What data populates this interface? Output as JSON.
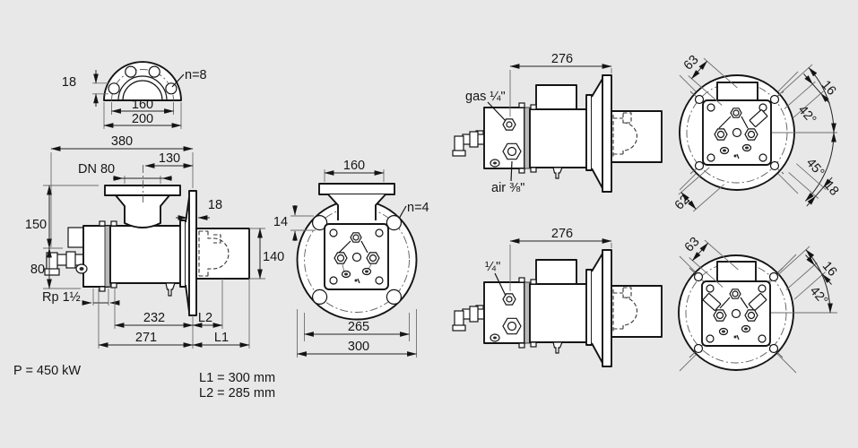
{
  "page": {
    "background": "#e8e8e8",
    "line_color": "#141414",
    "kind": "burner dimensional drawing"
  },
  "views": {
    "flange_half": {
      "hole_d": "18",
      "bolt_circle": "160",
      "outer_d": "200",
      "bolt_count": "n=8"
    },
    "burner_side": {
      "overall": "380",
      "flange_dn": "DN 80",
      "head_offset": "130",
      "plate_thk": "18",
      "h_upper": "150",
      "h_lower": "80",
      "gas_thread": "Rp 1½",
      "len_body": "232",
      "len_total": "271",
      "l2": "L2",
      "l1": "L1",
      "tube_d": "140"
    },
    "burner_front": {
      "flange_w": "160",
      "hole_d": "14",
      "bolt_count": "n=4",
      "bolt_circle": "265",
      "outer_d": "300"
    },
    "head_side_gas": {
      "length": "276",
      "gas_port": "gas ¼\"",
      "air_port": "air ⅜\""
    },
    "head_face_gas": {
      "d63": "63",
      "d16": "16",
      "a42": "42°",
      "a45": "45°",
      "d18": "18",
      "d62": "62"
    },
    "head_side_oil": {
      "length": "276",
      "port": "¼\""
    },
    "head_face_oil": {
      "d63": "63",
      "d16": "16",
      "a42": "42°"
    }
  },
  "notes": {
    "power": "P = 450 kW",
    "l1": "L1 = 300 mm",
    "l2": "L2 = 285 mm"
  }
}
